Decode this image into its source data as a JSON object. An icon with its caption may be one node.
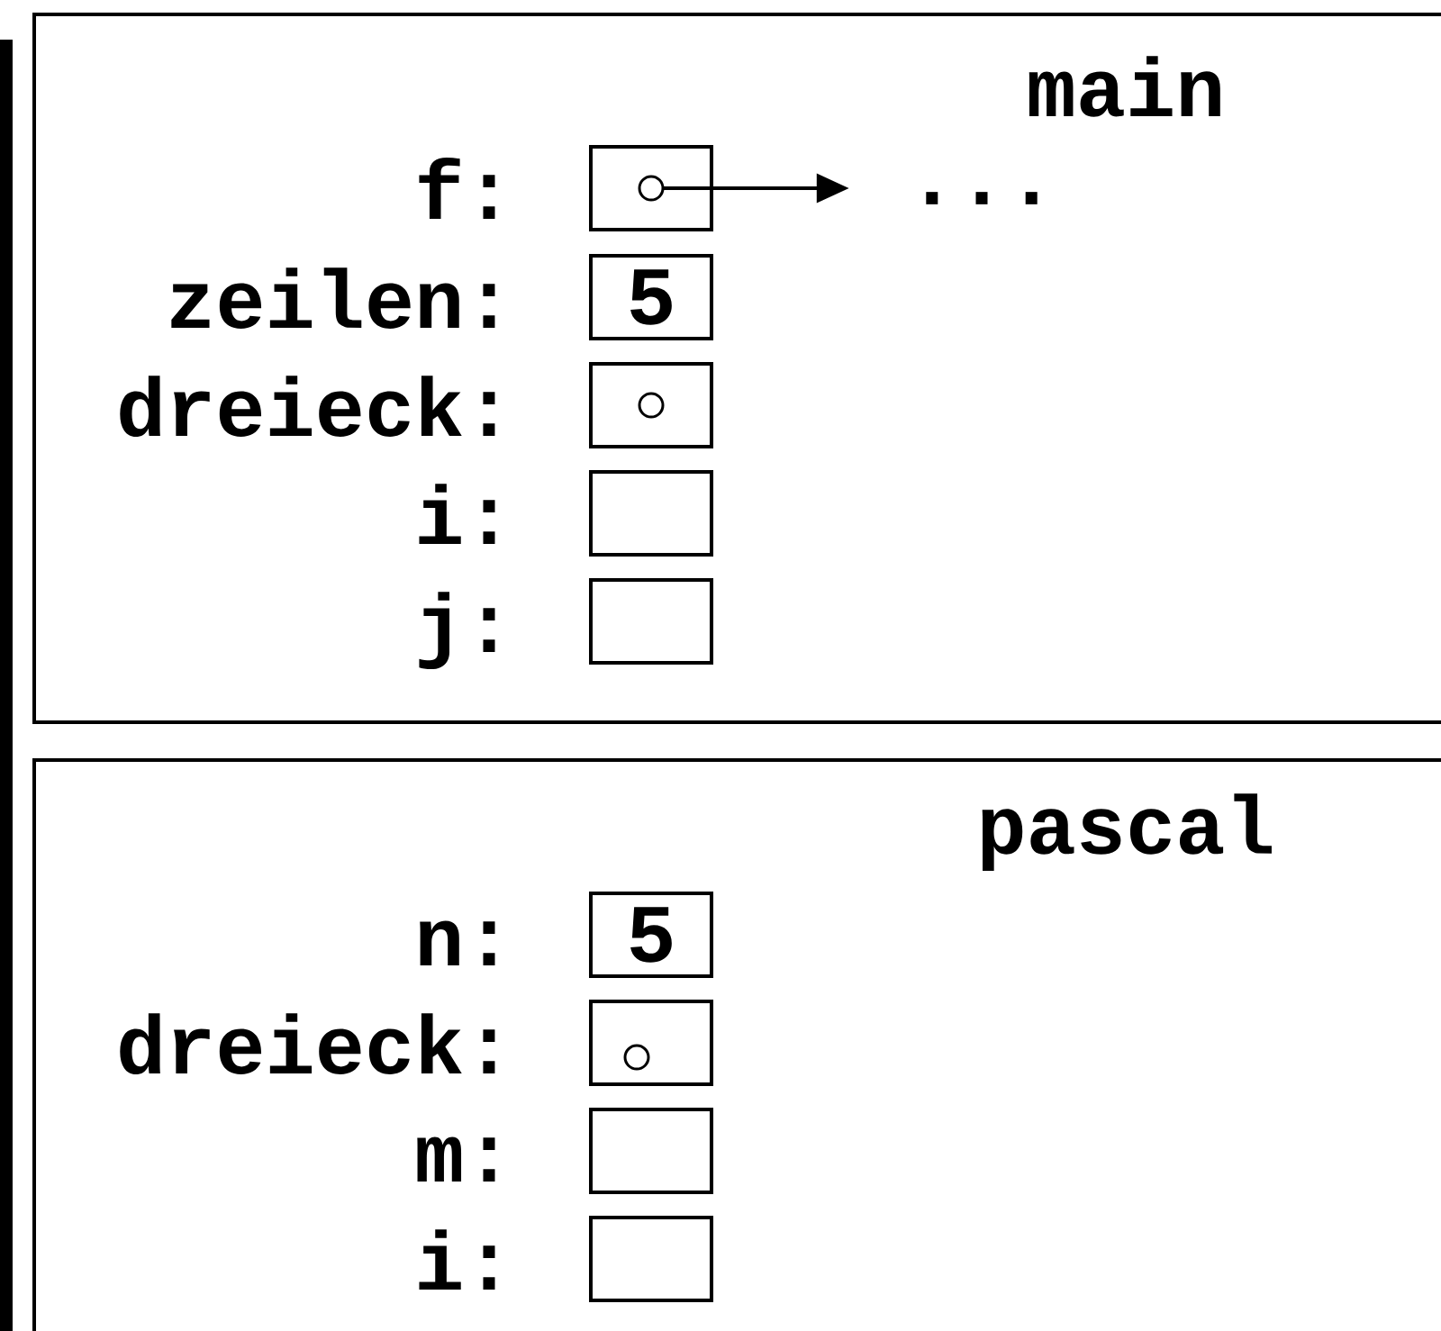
{
  "diagram": {
    "nodes": [
      {
        "text": [
          "main"
        ]
      },
      {
        "text": [],
        "shape": "box",
        "beside": [
          "f:"
        ],
        "in": 0
      },
      {
        "text": [
          "..."
        ],
        "in": 0
      },
      {
        "text": [
          "5"
        ],
        "beside": [
          "zeilen:"
        ],
        "in": 0
      },
      {
        "text": [],
        "shape": "box",
        "beside": [
          "dreieck:"
        ],
        "in": 0
      },
      {
        "text": [],
        "shape": "box",
        "beside": [
          "i:"
        ],
        "in": 0
      },
      {
        "text": [],
        "shape": "box",
        "beside": [
          "j:"
        ],
        "in": 0
      },
      {
        "text": [
          "pascal"
        ]
      },
      {
        "text": [
          "5"
        ],
        "beside": [
          "n:"
        ],
        "in": 7
      },
      {
        "text": [],
        "shape": "box",
        "beside": [
          "dreieck:"
        ],
        "in": 7
      },
      {
        "text": [],
        "shape": "box",
        "beside": [
          "m:"
        ],
        "in": 7
      },
      {
        "text": [],
        "shape": "box",
        "beside": [
          "i:"
        ],
        "in": 7
      }
    ],
    "edges": [
      {
        "from": 1,
        "to": 2,
        "arrow": "to"
      }
    ]
  }
}
